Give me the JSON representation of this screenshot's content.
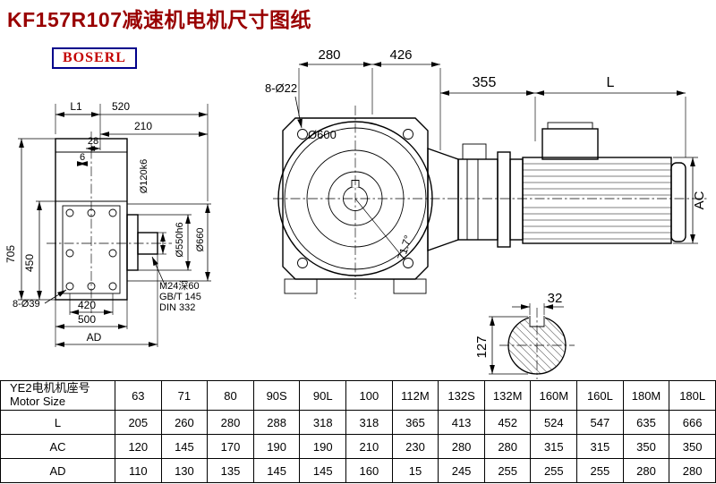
{
  "title": "KF157R107减速机电机尺寸图纸",
  "logo": "BOSERL",
  "drawing": {
    "left_view": {
      "dim_l1": "L1",
      "dim_520": "520",
      "dim_210": "210",
      "dim_28": "28",
      "dim_6": "6",
      "dim_705": "705",
      "dim_450": "450",
      "holes": "8-Ø39",
      "dim_420": "420",
      "dim_500": "500",
      "dim_ad": "AD",
      "shaft_dia": "Ø120k6",
      "spigot_dia": "Ø550h6",
      "flange_dia": "Ø660",
      "tap_line1": "M24深60",
      "tap_line2": "GB/T 145",
      "tap_line3": "DIN 332"
    },
    "front_view": {
      "dim_280": "280",
      "dim_426": "426",
      "holes": "8-Ø22",
      "dia_600": "Ø600",
      "angle": "71.7°"
    },
    "motor_view": {
      "dim_355": "355",
      "dim_l": "L",
      "dim_ac": "AC"
    },
    "shaft_detail": {
      "dim_32": "32",
      "dim_127": "127"
    }
  },
  "table": {
    "header_cn": "YE2电机机座号",
    "header_en": "Motor Size",
    "columns": [
      "63",
      "71",
      "80",
      "90S",
      "90L",
      "100",
      "112M",
      "132S",
      "132M",
      "160M",
      "160L",
      "180M",
      "180L"
    ],
    "rows": [
      {
        "label": "L",
        "values": [
          "205",
          "260",
          "280",
          "288",
          "318",
          "318",
          "365",
          "413",
          "452",
          "524",
          "547",
          "635",
          "666"
        ]
      },
      {
        "label": "AC",
        "values": [
          "120",
          "145",
          "170",
          "190",
          "190",
          "210",
          "230",
          "280",
          "280",
          "315",
          "315",
          "350",
          "350"
        ]
      },
      {
        "label": "AD",
        "values": [
          "110",
          "130",
          "135",
          "145",
          "145",
          "160",
          "15",
          "245",
          "255",
          "255",
          "255",
          "280",
          "280"
        ]
      }
    ]
  }
}
